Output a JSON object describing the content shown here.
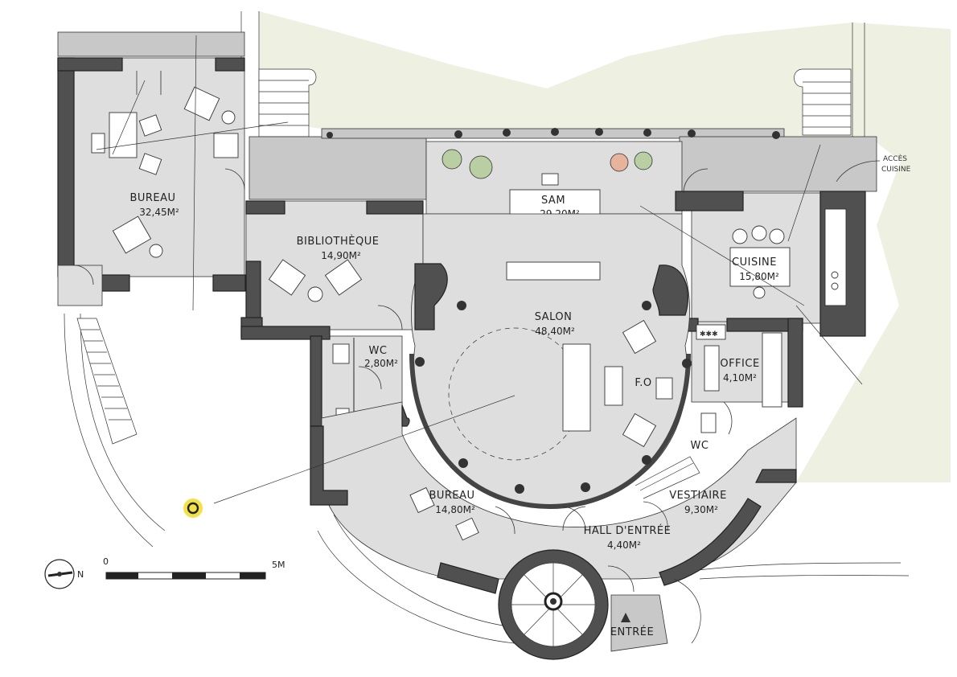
{
  "rooms": {
    "bureau_north": {
      "label": "BUREAU",
      "area": "32,45M²"
    },
    "bibliotheque": {
      "label": "BIBLIOTHÈQUE",
      "area": "14,90M²"
    },
    "sam": {
      "label": "SAM",
      "area": "29,20M²"
    },
    "cuisine": {
      "label": "CUISINE",
      "area": "15,80M²"
    },
    "salon": {
      "label": "SALON",
      "area": "48,40M²"
    },
    "wc_left": {
      "label": "WC",
      "area": "2,80M²"
    },
    "office": {
      "label": "OFFICE",
      "area": "4,10M²"
    },
    "wc_right": {
      "label": "WC"
    },
    "bureau_south": {
      "label": "BUREAU",
      "area": "14,80M²"
    },
    "hall": {
      "label": "HALL D'ENTRÉE",
      "area": "4,40M²"
    },
    "vestiaire": {
      "label": "VESTIAIRE",
      "area": "9,30M²"
    }
  },
  "annotations": {
    "fo": "F.O",
    "acces_line1": "ACCÈS",
    "acces_line2": "CUISINE",
    "entree": "ENTRÉE",
    "stove": "✱✱✱"
  },
  "scale_bar": {
    "start": "0",
    "end": "5M"
  },
  "compass": {
    "letter": "N"
  },
  "colors": {
    "wall": "#505050",
    "floor": "#dededf",
    "garden": "#eef0e2",
    "sun": "#f2e24a"
  }
}
